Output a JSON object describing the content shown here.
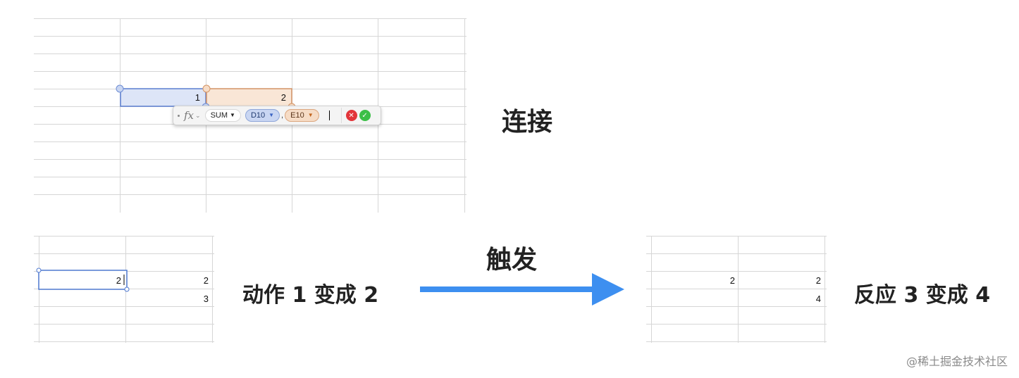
{
  "top_panel": {
    "cell_d10": "1",
    "cell_e10": "2",
    "formula_bar": {
      "fx_icon": "fx",
      "function_name": "SUM",
      "arg1": "D10",
      "comma": ",",
      "arg2": "E10"
    },
    "label": "连接"
  },
  "middle_left": {
    "selected_cell": "2",
    "cell_b1": "2",
    "cell_b2": "3",
    "label": "动作 1 变成 2"
  },
  "arrow": {
    "label": "触发",
    "color": "#3d8ff0"
  },
  "middle_right": {
    "cell_a1": "2",
    "cell_b1": "2",
    "cell_b2": "4",
    "label": "反应 3 变成 4"
  },
  "watermark": "@稀土掘金技术社区",
  "colors": {
    "selection_blue": "#c9d6f2",
    "selection_orange": "#f6dcc6",
    "grid_line": "#d6d6d6"
  }
}
